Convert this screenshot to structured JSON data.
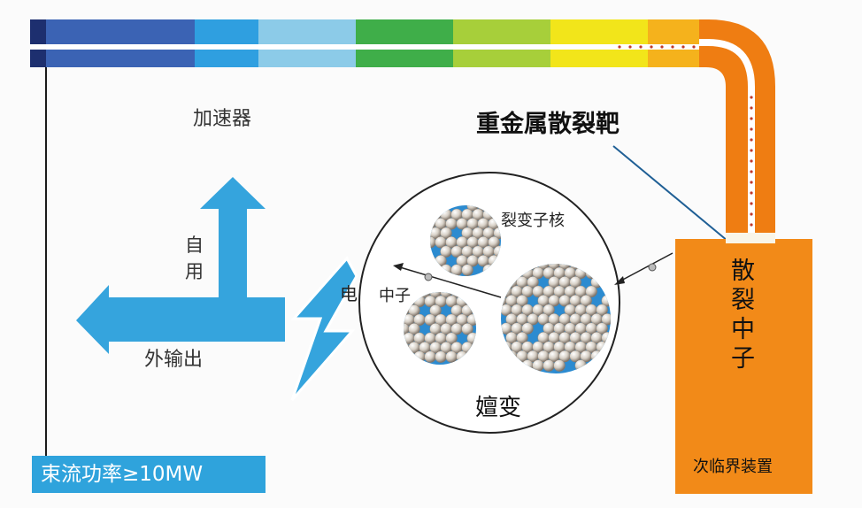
{
  "labels": {
    "accelerator": "加速器",
    "target": "重金属散裂靶",
    "self_use": "自用",
    "export": "外输出",
    "electricity": "电",
    "neutron": "中子",
    "fission_nuclei": "裂变子核",
    "transmutation": "嬗变",
    "spallation_neutrons": "散裂中子",
    "subcritical_device": "次临界装置",
    "beam_power": "束流功率≥10MW"
  },
  "colors": {
    "beam_segments": [
      "#1d2f6f",
      "#3b63b4",
      "#2f9fe0",
      "#8ccbe8",
      "#3fae49",
      "#a7cf3a",
      "#f2e51a",
      "#f5b21c",
      "#ef7d12"
    ],
    "arrow_blue": "#35a4dd",
    "reactor_orange": "#f28a18",
    "target_line": "#1f5f95",
    "nucleus_blue": "#2c8bd0",
    "nucleus_ball": "#c9c2b8"
  },
  "icons": [
    "lightning-bolt-icon",
    "t-arrow-icon"
  ]
}
